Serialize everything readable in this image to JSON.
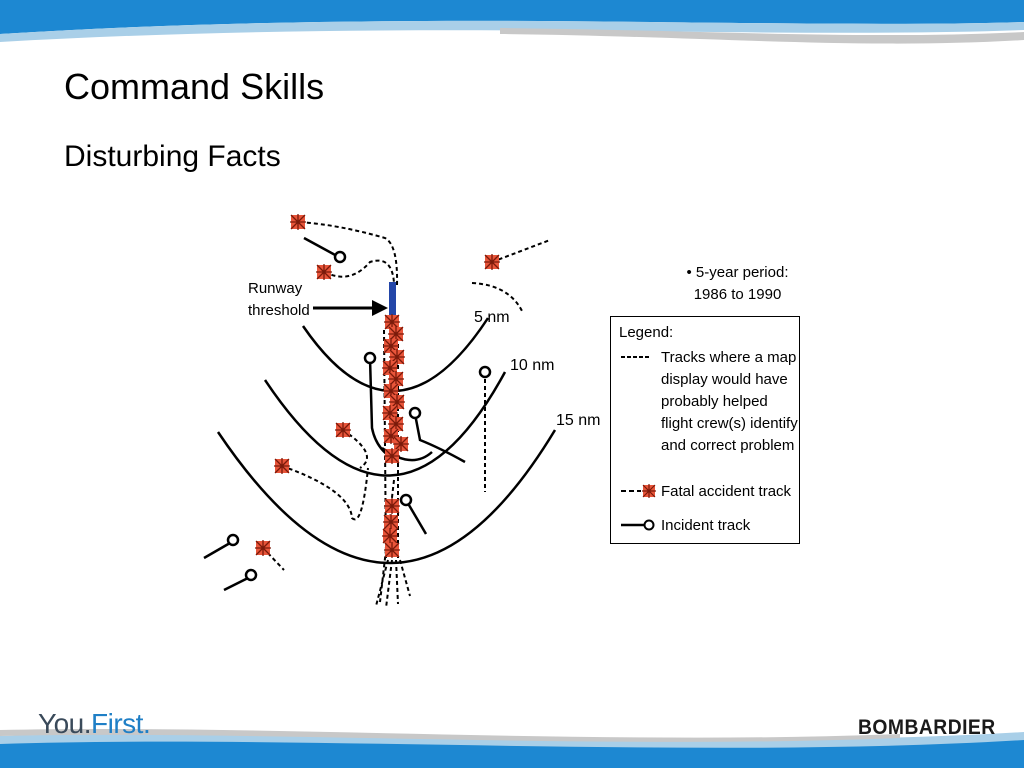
{
  "slide": {
    "title": "Command Skills",
    "subtitle": "Disturbing Facts"
  },
  "diagram": {
    "runway_label_line1": "Runway",
    "runway_label_line2": "threshold",
    "rings": [
      {
        "label": "5 nm"
      },
      {
        "label": "10 nm"
      },
      {
        "label": "15 nm"
      }
    ],
    "period_note_line1": "• 5-year period:",
    "period_note_line2": "1986 to 1990",
    "legend": {
      "title": "Legend:",
      "map_track_line1": "Tracks where a map",
      "map_track_line2": "display would have",
      "map_track_line3": "probably helped",
      "map_track_line4": "flight crew(s) identify",
      "map_track_line5": "and correct problem",
      "fatal": "Fatal accident track",
      "incident": "Incident track"
    },
    "colors": {
      "runway": "#2346a8",
      "fatal_marker": "#e8553a",
      "header_blue": "#1d88d2"
    }
  },
  "footer": {
    "brand_left_part1": "You.",
    "brand_left_part2": "First.",
    "brand_right": "BOMBARDIER"
  }
}
